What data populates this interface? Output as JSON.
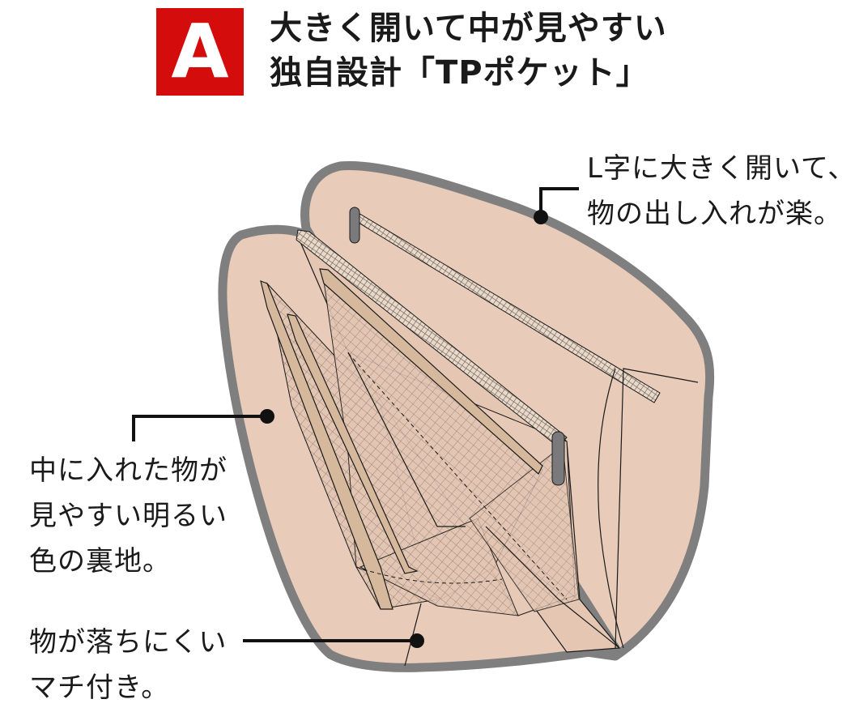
{
  "badge": {
    "letter": "A",
    "color": "#d50c0c"
  },
  "headline": {
    "line1": "大きく開いて中が見やすい",
    "line2": "独自設計「TPポケット」"
  },
  "callouts": {
    "open": {
      "line1": "L字に大きく開いて、",
      "line2": "物の出し入れが楽。"
    },
    "lining": {
      "line1": "中に入れた物が",
      "line2": "見やすい明るい",
      "line3": "色の裏地。"
    },
    "gusset": {
      "line1": "物が落ちにくい",
      "line2": "マチ付き。"
    }
  },
  "colors": {
    "lining": "#e8cbb8",
    "border": "#7f7f80",
    "line": "#1a1a1a",
    "zipper": "#9a8f84"
  }
}
